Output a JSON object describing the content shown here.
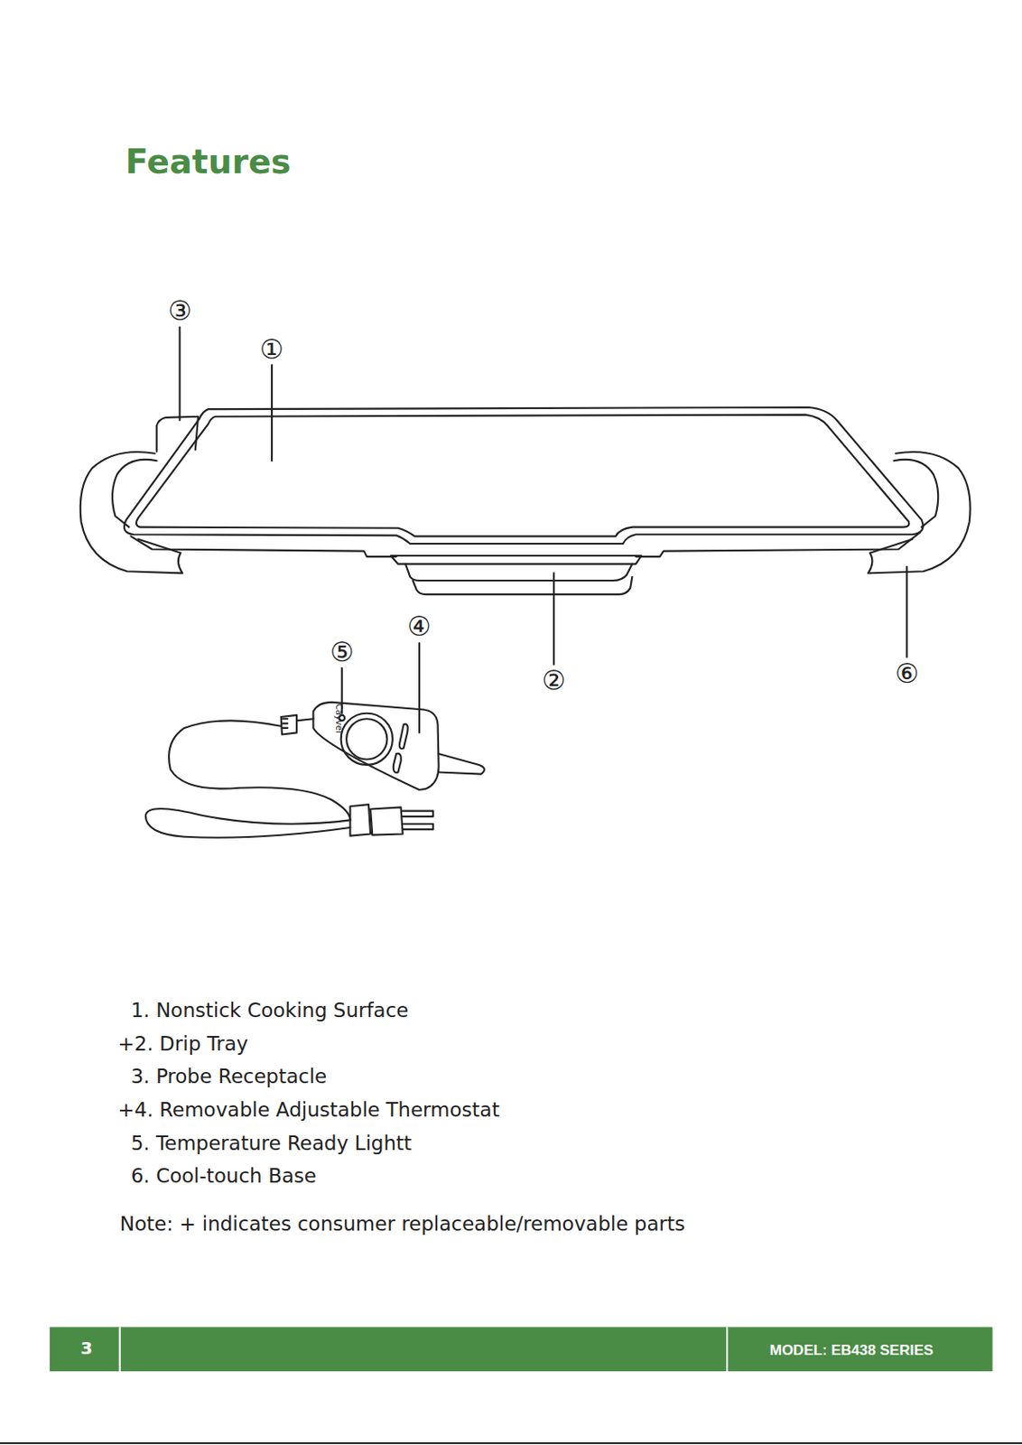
{
  "diagram": {
    "title": "Features",
    "labels": [
      "③",
      "①",
      "④",
      "⑤",
      "②",
      "⑥",
      "Cayvel",
      "1. Nonstick Cooking Surface",
      "+2. Drip Tray",
      "3. Probe Receptacle",
      "+4. Removable Adjustable Thermostat",
      "5. Temperature Ready Lightt",
      "6. Cool-touch Base",
      "Note: + indicates consumer replaceable/removable parts",
      "3",
      "MODEL: EB438 SERIES"
    ]
  }
}
